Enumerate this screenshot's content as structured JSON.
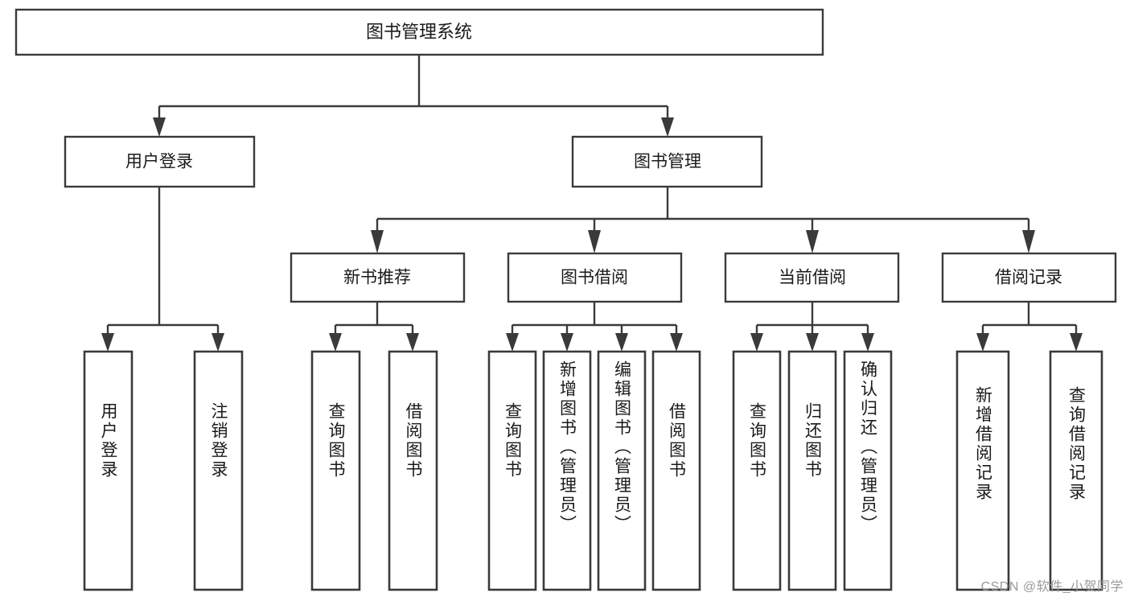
{
  "diagram": {
    "title": "图书管理系统",
    "type": "hierarchy-tree",
    "orientation": "top-down",
    "watermark": "CSDN @软件_小贺同学",
    "colors": {
      "background": "#ffffff",
      "box_fill": "#ffffff",
      "box_stroke": "#3a3a3a",
      "text": "#1a1a1a",
      "watermark": "#9a9a9a"
    },
    "root": {
      "label": "图书管理系统"
    },
    "level1": [
      {
        "label": "用户登录"
      },
      {
        "label": "图书管理"
      }
    ],
    "level2": [
      {
        "label": "新书推荐"
      },
      {
        "label": "图书借阅"
      },
      {
        "label": "当前借阅"
      },
      {
        "label": "借阅记录"
      }
    ],
    "leaves": {
      "user_login": [
        {
          "label": "用户登录"
        },
        {
          "label": "注销登录"
        }
      ],
      "new_book_recommend": [
        {
          "label": "查询图书"
        },
        {
          "label": "借阅图书"
        }
      ],
      "book_borrow": [
        {
          "label": "查询图书"
        },
        {
          "label": "新增图书（管理员）"
        },
        {
          "label": "编辑图书（管理员）"
        },
        {
          "label": "借阅图书"
        }
      ],
      "current_borrow": [
        {
          "label": "查询图书"
        },
        {
          "label": "归还图书"
        },
        {
          "label": "确认归还（管理员）"
        }
      ],
      "borrow_record": [
        {
          "label": "新增借阅记录"
        },
        {
          "label": "查询借阅记录"
        }
      ]
    }
  }
}
